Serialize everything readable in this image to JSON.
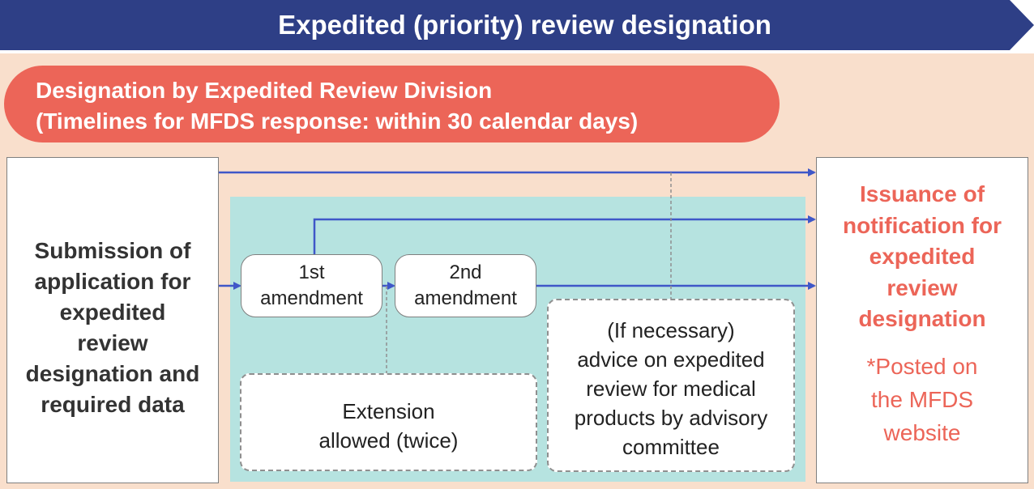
{
  "header": {
    "title": "Expedited (priority) review designation",
    "banner_color": "#2e3f86"
  },
  "division": {
    "line1": "Designation by Expedited Review Division",
    "line2": "(Timelines for MFDS response: within 30 calendar days)",
    "color": "#ec6558"
  },
  "submission": {
    "lines": [
      "Submission of",
      "application for",
      "expedited",
      "review",
      "designation and",
      "required data"
    ]
  },
  "amendments": {
    "first": {
      "line1": "1st",
      "line2": "amendment"
    },
    "second": {
      "line1": "2nd",
      "line2": "amendment"
    }
  },
  "extension": {
    "line1": "Extension",
    "line2": "allowed (twice)"
  },
  "advice": {
    "lines": [
      "(If necessary)",
      "advice on expedited",
      "review for medical",
      "products by advisory",
      "committee"
    ]
  },
  "issuance": {
    "lines": [
      "Issuance of",
      "notification for",
      "expedited",
      "review",
      "designation"
    ],
    "posted_lines": [
      "*Posted on",
      "the MFDS",
      "website"
    ],
    "color": "#ec6558"
  },
  "colors": {
    "panel_background": "#f9dfcc",
    "teal_zone": "#b6e3e0",
    "arrow": "#3f57c8"
  }
}
